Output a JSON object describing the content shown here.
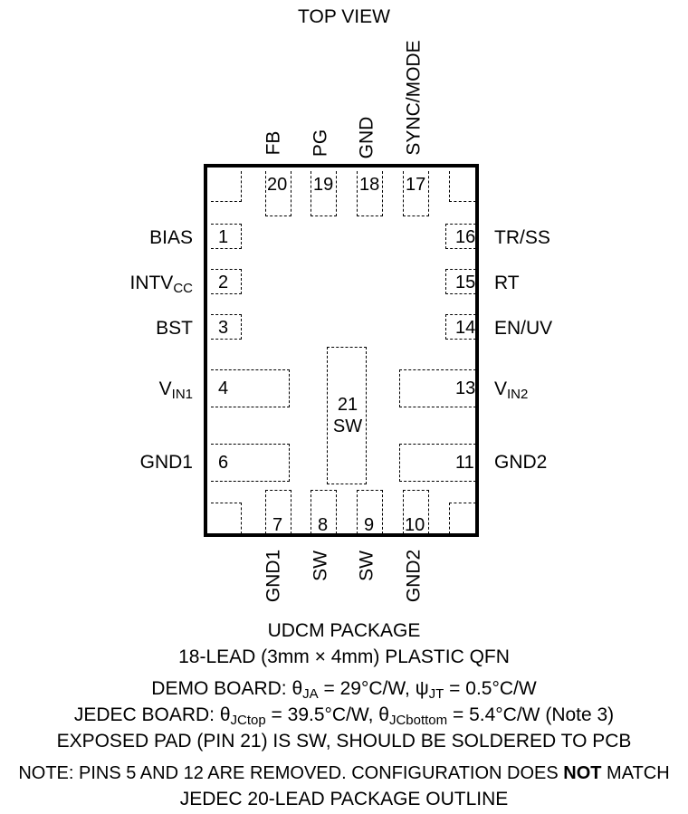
{
  "top_view": "TOP VIEW",
  "pins_top": [
    {
      "num": "20",
      "name": "FB"
    },
    {
      "num": "19",
      "name": "PG"
    },
    {
      "num": "18",
      "name": "GND"
    },
    {
      "num": "17",
      "name": "SYNC/MODE"
    }
  ],
  "pins_left": [
    {
      "num": "1",
      "name": "BIAS"
    },
    {
      "num": "2",
      "name": "INTV",
      "sub": "CC"
    },
    {
      "num": "3",
      "name": "BST"
    },
    {
      "num": "4",
      "name": "V",
      "sub": "IN1"
    },
    {
      "num": "6",
      "name": "GND1"
    }
  ],
  "pins_right": [
    {
      "num": "16",
      "name": "TR/SS"
    },
    {
      "num": "15",
      "name": "RT"
    },
    {
      "num": "14",
      "name": "EN/UV"
    },
    {
      "num": "13",
      "name": "V",
      "sub": "IN2"
    },
    {
      "num": "11",
      "name": "GND2"
    }
  ],
  "pins_bottom": [
    {
      "num": "7",
      "name": "GND1"
    },
    {
      "num": "8",
      "name": "SW"
    },
    {
      "num": "9",
      "name": "SW"
    },
    {
      "num": "10",
      "name": "GND2"
    }
  ],
  "exposed_pad": {
    "num": "21",
    "name": "SW"
  },
  "caption": {
    "line1": "UDCM PACKAGE",
    "line2": "18-LEAD (3mm × 4mm) PLASTIC QFN",
    "demo_board": {
      "prefix": "DEMO BOARD: θ",
      "sub1": "JA",
      "mid": " = 29°C/W, ψ",
      "sub2": "JT",
      "suffix": " = 0.5°C/W"
    },
    "jedec_board": {
      "prefix": "JEDEC BOARD: θ",
      "sub1": "JCtop",
      "mid": " = 39.5°C/W, θ",
      "sub2": "JCbottom",
      "suffix": " = 5.4°C/W (Note 3)"
    },
    "exposed": "EXPOSED PAD (PIN 21) IS SW, SHOULD BE SOLDERED TO PCB",
    "note": {
      "prefix": "NOTE: PINS 5 AND 12 ARE REMOVED. CONFIGURATION DOES ",
      "bold": "NOT",
      "suffix": " MATCH",
      "line2": "JEDEC 20-LEAD PACKAGE OUTLINE"
    }
  }
}
